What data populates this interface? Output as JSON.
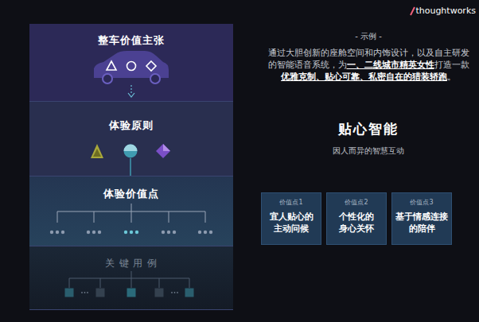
{
  "diagram": {
    "nodes": [
      {
        "text": [
          "整车价值主张"
        ]
      },
      {
        "text": [
          "体验原则"
        ]
      },
      {
        "text": [
          "体验价值点"
        ]
      },
      {
        "text": [
          "关 键 用 例"
        ]
      },
      {
        "text": [
          "价值点1",
          "宜人贴心的主动问候"
        ]
      },
      {
        "text": [
          "价值点2",
          "个性化的身心关怀"
        ]
      },
      {
        "text": [
          "价值点3",
          "基于情感连接的陪伴"
        ]
      }
    ],
    "labels": [
      "thoughtworks",
      "- 示例 -",
      "通过大胆创新的座舱空间和内饰设计，以及自主研发的智能语音系统，为",
      "一、二线城市精英女性",
      "打造一款",
      "优雅克制、贴心可靠、私密自在的猎装轿跑",
      "。",
      "贴心智能",
      "因人而异的智慧互动"
    ]
  }
}
